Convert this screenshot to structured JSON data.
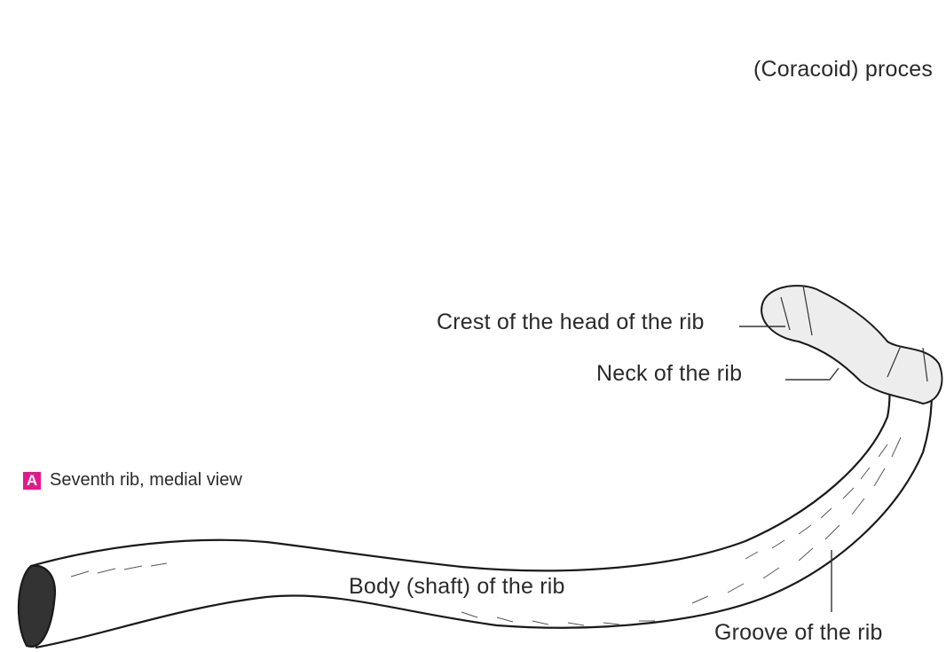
{
  "figure": {
    "badge": "A",
    "caption": "Seventh rib, medial view",
    "badge_color": "#e2198a"
  },
  "labels": {
    "crest": "Crest of the head of the rib",
    "neck": "Neck of the rib",
    "body": "Body (shaft) of the rib",
    "groove": "Groove of the rib",
    "coracoid": "(Coracoid) proces"
  }
}
